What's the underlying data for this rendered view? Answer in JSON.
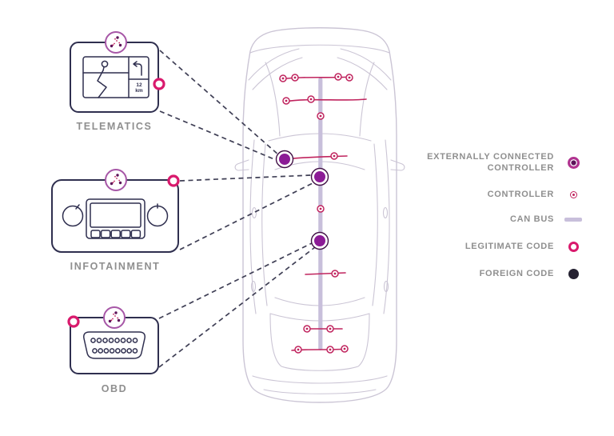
{
  "callouts": {
    "telematics": {
      "label": "TELEMATICS",
      "screen": {
        "distance_value": "12",
        "distance_unit": "km"
      }
    },
    "infotainment": {
      "label": "INFOTAINMENT"
    },
    "obd": {
      "label": "OBD"
    }
  },
  "legend": {
    "items": [
      {
        "label": "EXTERNALLY CONNECTED CONTROLLER",
        "icon": "externally-connected-controller-icon"
      },
      {
        "label": "CONTROLLER",
        "icon": "controller-icon"
      },
      {
        "label": "CAN BUS",
        "icon": "can-bus-icon"
      },
      {
        "label": "LEGITIMATE CODE",
        "icon": "legitimate-code-icon"
      },
      {
        "label": "FOREIGN CODE",
        "icon": "foreign-code-icon"
      }
    ]
  },
  "colors": {
    "box_border": "#2f2f4f",
    "dashed_line": "#3f3f55",
    "controller_pink": "#c0245e",
    "legitimate_code_pink": "#d91a6d",
    "external_controller_purple": "#8c1b96",
    "external_ring_dark": "#401045",
    "dot_dark_purple": "#5c1258",
    "icon_circle_purple": "#a757a7",
    "can_bus_lavender": "#c8bfdb",
    "car_outline": "#cbc5d5",
    "label_gray": "#8f8f8f",
    "foreign_code_dark": "#252131"
  }
}
